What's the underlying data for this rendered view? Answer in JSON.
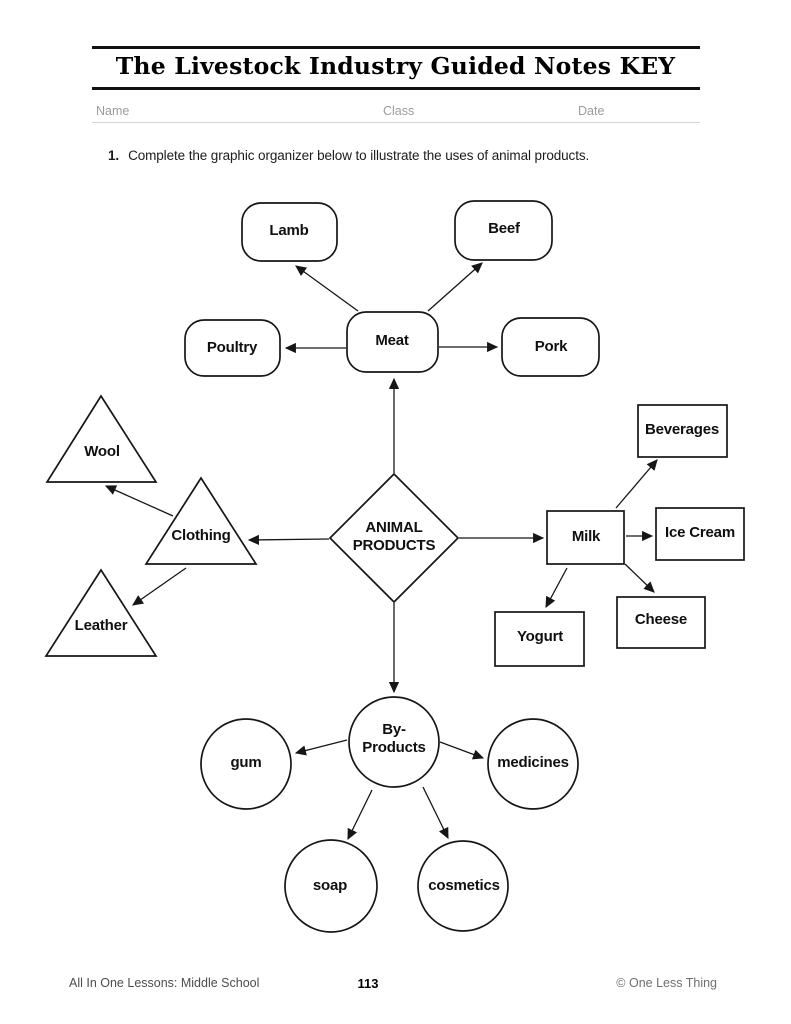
{
  "header": {
    "title": "The Livestock Industry Guided Notes KEY",
    "fields": [
      {
        "label": "Name"
      },
      {
        "label": "Class"
      },
      {
        "label": "Date"
      }
    ]
  },
  "question": {
    "number": "1.",
    "text": "Complete the graphic organizer below to illustrate the uses of animal products."
  },
  "diagram": {
    "nodes": {
      "animal_products": {
        "label": "ANIMAL\nPRODUCTS",
        "shape": "diamond"
      },
      "meat": {
        "label": "Meat",
        "shape": "rounded-rectangle"
      },
      "lamb": {
        "label": "Lamb",
        "shape": "rounded-rectangle"
      },
      "beef": {
        "label": "Beef",
        "shape": "rounded-rectangle"
      },
      "poultry": {
        "label": "Poultry",
        "shape": "rounded-rectangle"
      },
      "pork": {
        "label": "Pork",
        "shape": "rounded-rectangle"
      },
      "clothing": {
        "label": "Clothing",
        "shape": "triangle"
      },
      "wool": {
        "label": "Wool",
        "shape": "triangle"
      },
      "leather": {
        "label": "Leather",
        "shape": "triangle"
      },
      "milk": {
        "label": "Milk",
        "shape": "rectangle"
      },
      "beverages": {
        "label": "Beverages",
        "shape": "rectangle"
      },
      "ice_cream": {
        "label": "Ice Cream",
        "shape": "rectangle"
      },
      "cheese": {
        "label": "Cheese",
        "shape": "rectangle"
      },
      "yogurt": {
        "label": "Yogurt",
        "shape": "rectangle"
      },
      "by_products": {
        "label": "By-\nProducts",
        "shape": "circle"
      },
      "gum": {
        "label": "gum",
        "shape": "circle"
      },
      "medicines": {
        "label": "medicines",
        "shape": "circle"
      },
      "soap": {
        "label": "soap",
        "shape": "circle"
      },
      "cosmetics": {
        "label": "cosmetics",
        "shape": "circle"
      }
    },
    "edges": [
      [
        "ANIMAL PRODUCTS",
        "Meat"
      ],
      [
        "ANIMAL PRODUCTS",
        "Clothing"
      ],
      [
        "ANIMAL PRODUCTS",
        "Milk"
      ],
      [
        "ANIMAL PRODUCTS",
        "By-Products"
      ],
      [
        "Meat",
        "Lamb"
      ],
      [
        "Meat",
        "Beef"
      ],
      [
        "Meat",
        "Poultry"
      ],
      [
        "Meat",
        "Pork"
      ],
      [
        "Clothing",
        "Wool"
      ],
      [
        "Clothing",
        "Leather"
      ],
      [
        "Milk",
        "Beverages"
      ],
      [
        "Milk",
        "Ice Cream"
      ],
      [
        "Milk",
        "Cheese"
      ],
      [
        "Milk",
        "Yogurt"
      ],
      [
        "By-Products",
        "gum"
      ],
      [
        "By-Products",
        "medicines"
      ],
      [
        "By-Products",
        "soap"
      ],
      [
        "By-Products",
        "cosmetics"
      ]
    ],
    "colors": {
      "stroke": "#161616",
      "fill": "#ffffff"
    }
  },
  "footer": {
    "left": "All In One Lessons: Middle School",
    "page_number": "113",
    "right": "© One Less Thing"
  }
}
